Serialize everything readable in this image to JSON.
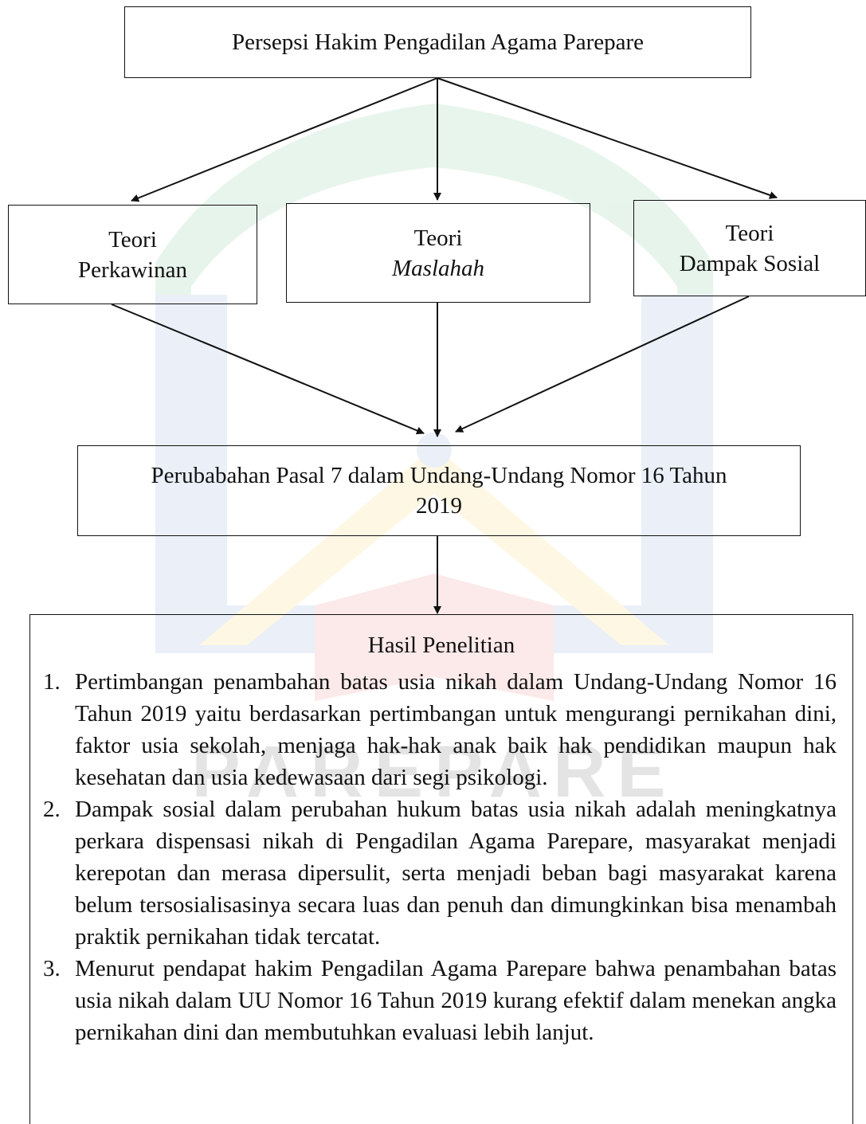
{
  "top_box": {
    "label": "Persepsi Hakim Pengadilan Agama Parepare"
  },
  "theories": [
    {
      "line1": "Teori",
      "line2": "Perkawinan"
    },
    {
      "line1": "Teori",
      "line2": "Maslahah"
    },
    {
      "line1": "Teori",
      "line2": "Dampak Sosial"
    }
  ],
  "change_box": {
    "line1": "Perubabahan Pasal 7 dalam Undang-Undang Nomor 16 Tahun",
    "line2": "2019"
  },
  "results": {
    "title": "Hasil Penelitian",
    "items": [
      {
        "num": "1.",
        "text": "Pertimbangan penambahan batas usia nikah dalam Undang-Undang Nomor 16 Tahun 2019 yaitu berdasarkan pertimbangan untuk mengurangi pernikahan dini, faktor usia sekolah, menjaga hak-hak anak baik hak pendidikan maupun hak kesehatan dan usia kedewasaan dari segi psikologi."
      },
      {
        "num": "2.",
        "text": "Dampak sosial dalam perubahan hukum batas usia nikah adalah meningkatnya perkara dispensasi nikah di Pengadilan Agama Parepare, masyarakat menjadi kerepotan dan merasa dipersulit, serta menjadi beban bagi masyarakat karena belum tersosialisasinya secara luas dan penuh dan dimungkinkan bisa menambah praktik pernikahan tidak tercatat."
      },
      {
        "num": "3.",
        "text": "Menurut pendapat hakim Pengadilan Agama Parepare bahwa penambahan batas usia nikah dalam UU Nomor 16 Tahun 2019 kurang efektif dalam menekan angka pernikahan dini dan membutuhkan evaluasi lebih lanjut."
      }
    ]
  },
  "watermark": {
    "text": "PAREPARE",
    "colors": {
      "green": "#1f9a4a",
      "blue": "#3f6cc4",
      "gold": "#f0b400",
      "red": "#e8303a"
    }
  }
}
